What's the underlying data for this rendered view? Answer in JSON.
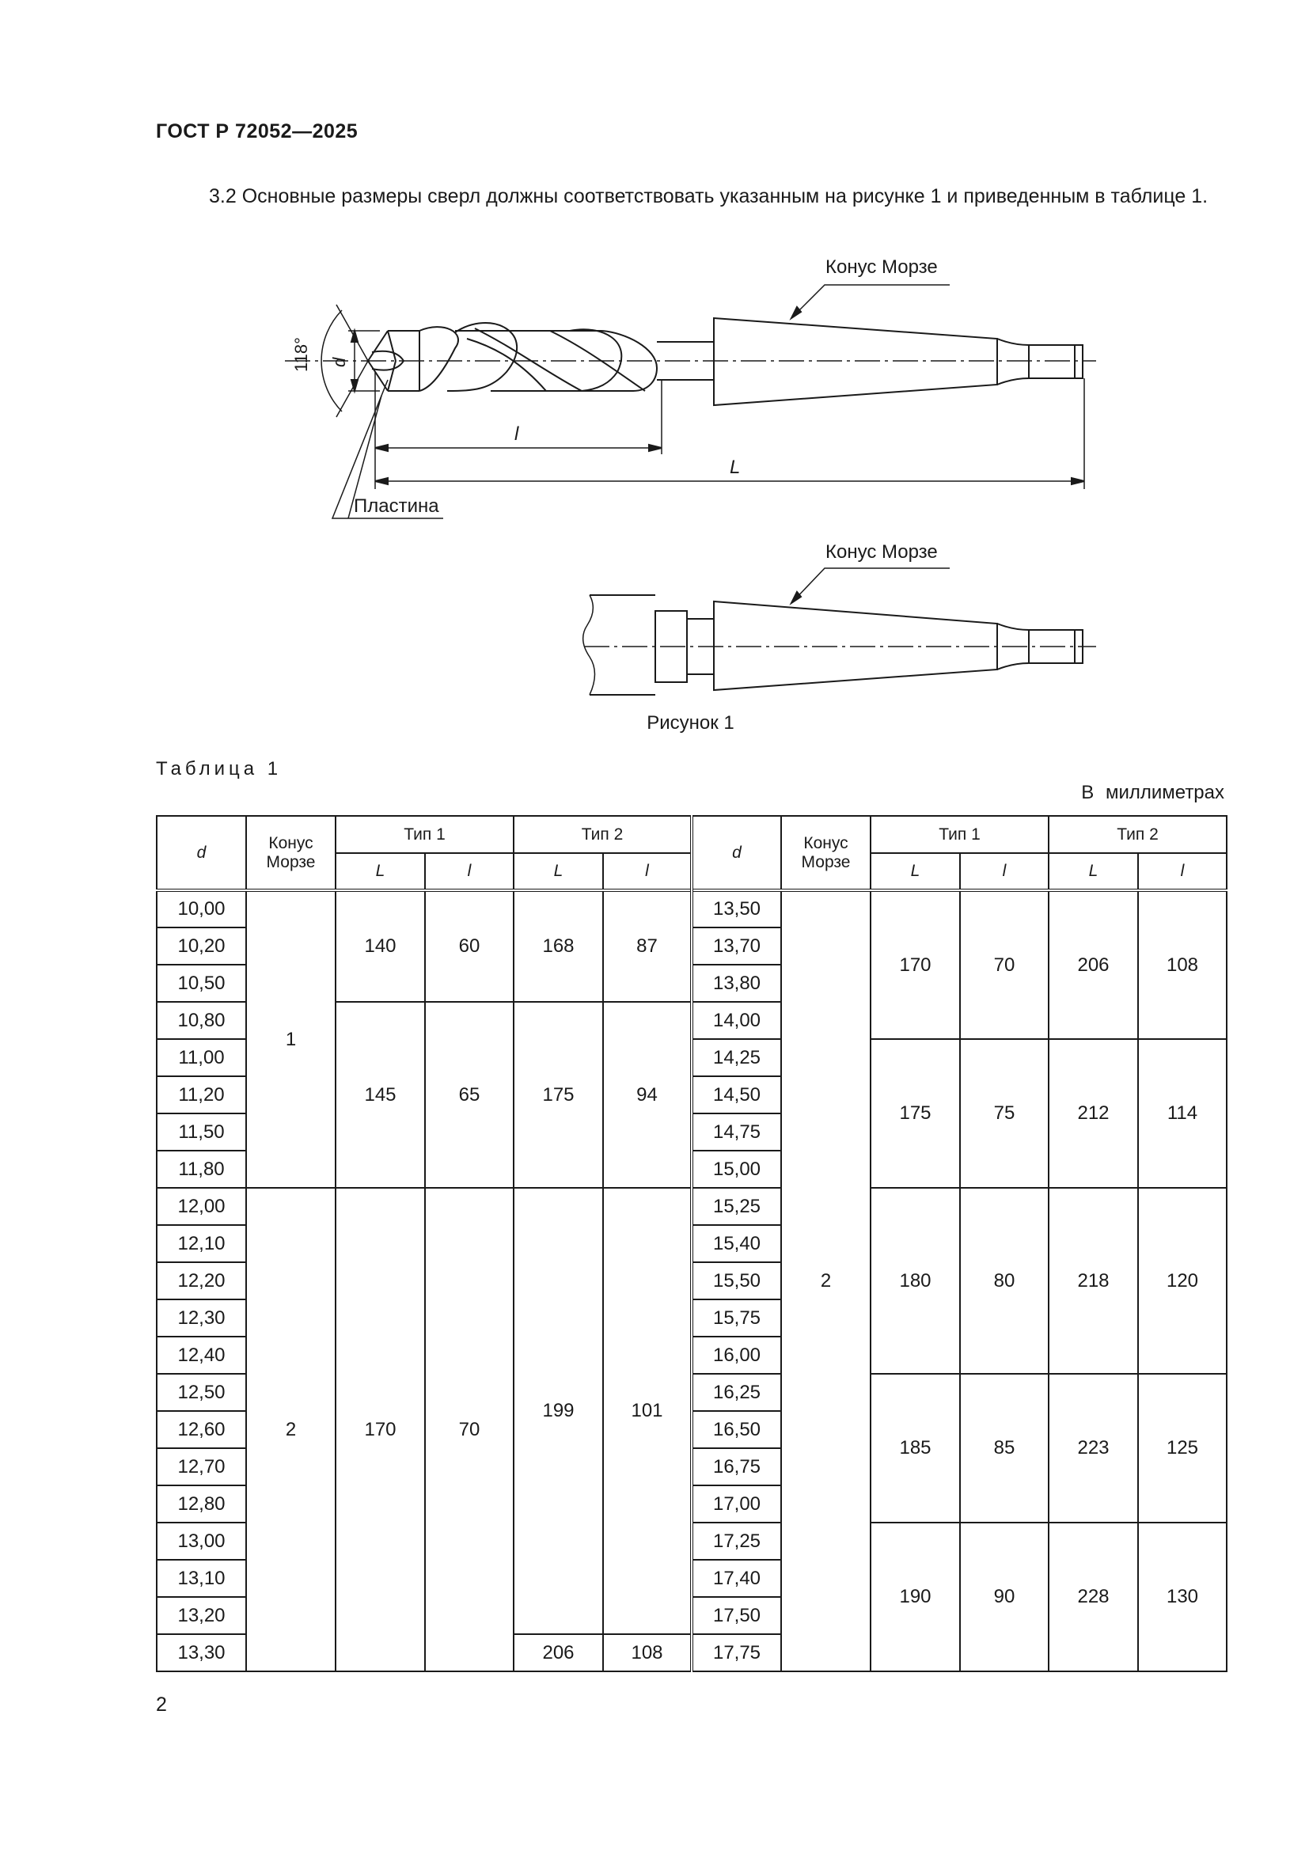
{
  "header": {
    "code": "ГОСТ Р 72052—2025"
  },
  "paragraph": "3.2 Основные размеры сверл должны соответствовать указанным на рисунке 1 и приведенным в таблице 1.",
  "figure": {
    "labels": {
      "cone_top": "Конус Морзе",
      "cone_bottom": "Конус Морзе",
      "plate": "Пластина",
      "angle": "118°",
      "d": "d",
      "l": "l",
      "L": "L"
    },
    "caption": "Рисунок 1"
  },
  "table": {
    "caption": "Таблица 1",
    "units": "В миллиметрах",
    "headers": {
      "d": "d",
      "cone": "Конус Морзе",
      "type1": "Тип 1",
      "type2": "Тип 2",
      "L": "L",
      "l": "l"
    },
    "left": {
      "d": [
        "10,00",
        "10,20",
        "10,50",
        "10,80",
        "11,00",
        "11,20",
        "11,50",
        "11,80",
        "12,00",
        "12,10",
        "12,20",
        "12,30",
        "12,40",
        "12,50",
        "12,60",
        "12,70",
        "12,80",
        "13,00",
        "13,10",
        "13,20",
        "13,30"
      ],
      "cone": [
        "1",
        "2"
      ],
      "type1_groups": [
        [
          "140",
          "60"
        ],
        [
          "145",
          "65"
        ],
        [
          "170",
          "70"
        ]
      ],
      "type2_groups": [
        [
          "168",
          "87"
        ],
        [
          "175",
          "94"
        ],
        [
          "199",
          "101"
        ],
        [
          "206",
          "108"
        ]
      ]
    },
    "right": {
      "d": [
        "13,50",
        "13,70",
        "13,80",
        "14,00",
        "14,25",
        "14,50",
        "14,75",
        "15,00",
        "15,25",
        "15,40",
        "15,50",
        "15,75",
        "16,00",
        "16,25",
        "16,50",
        "16,75",
        "17,00",
        "17,25",
        "17,40",
        "17,50",
        "17,75"
      ],
      "cone": "2",
      "groups": [
        [
          "170",
          "70",
          "206",
          "108"
        ],
        [
          "175",
          "75",
          "212",
          "114"
        ],
        [
          "180",
          "80",
          "218",
          "120"
        ],
        [
          "185",
          "85",
          "223",
          "125"
        ],
        [
          "190",
          "90",
          "228",
          "130"
        ]
      ]
    }
  },
  "page_number": "2"
}
